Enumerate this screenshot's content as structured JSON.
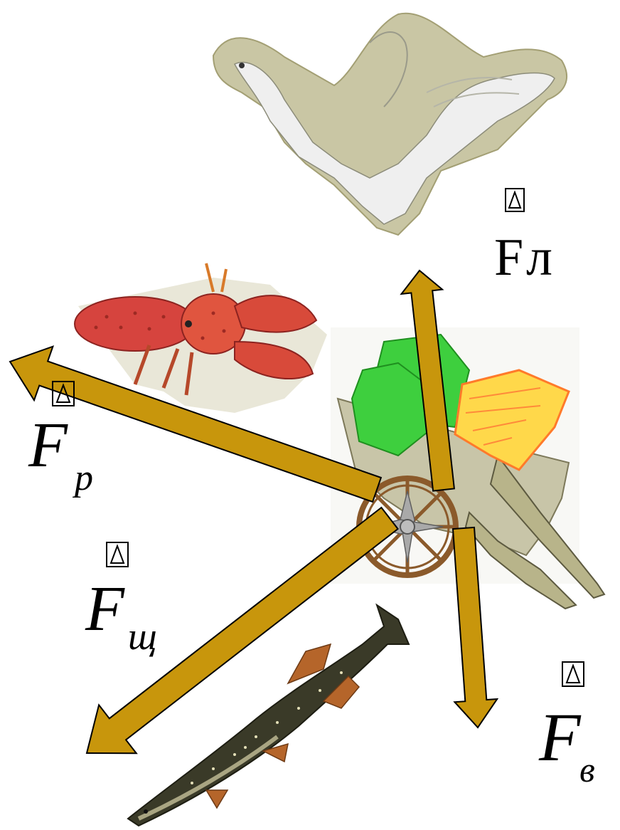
{
  "colors": {
    "arrow_fill": "#c8960c",
    "arrow_stroke": "#000000",
    "cart_wood": "#8b5a2b",
    "cart_body": "#b8b48a",
    "green_load": "#3ecf3e",
    "yellow_load": "#ffd84a",
    "orange_outline": "#ff7a2a",
    "swan": "#ececec",
    "crayfish": "#d8453f",
    "pike_dark": "#2f2f22",
    "pike_fin": "#c06a2a"
  },
  "icons": {
    "swan": "swan-icon",
    "crayfish": "crayfish-icon",
    "pike": "pike-icon",
    "cart": "cart-icon",
    "vector_mark": "vector-mark-icon"
  },
  "forces": {
    "swan": {
      "symbol": "F",
      "subscript": "л"
    },
    "crayfish": {
      "symbol": "F",
      "subscript": "р"
    },
    "pike": {
      "symbol": "F",
      "subscript": "щ"
    },
    "gravity": {
      "symbol": "F",
      "subscript": "в"
    }
  },
  "vector_mark": "Δ"
}
